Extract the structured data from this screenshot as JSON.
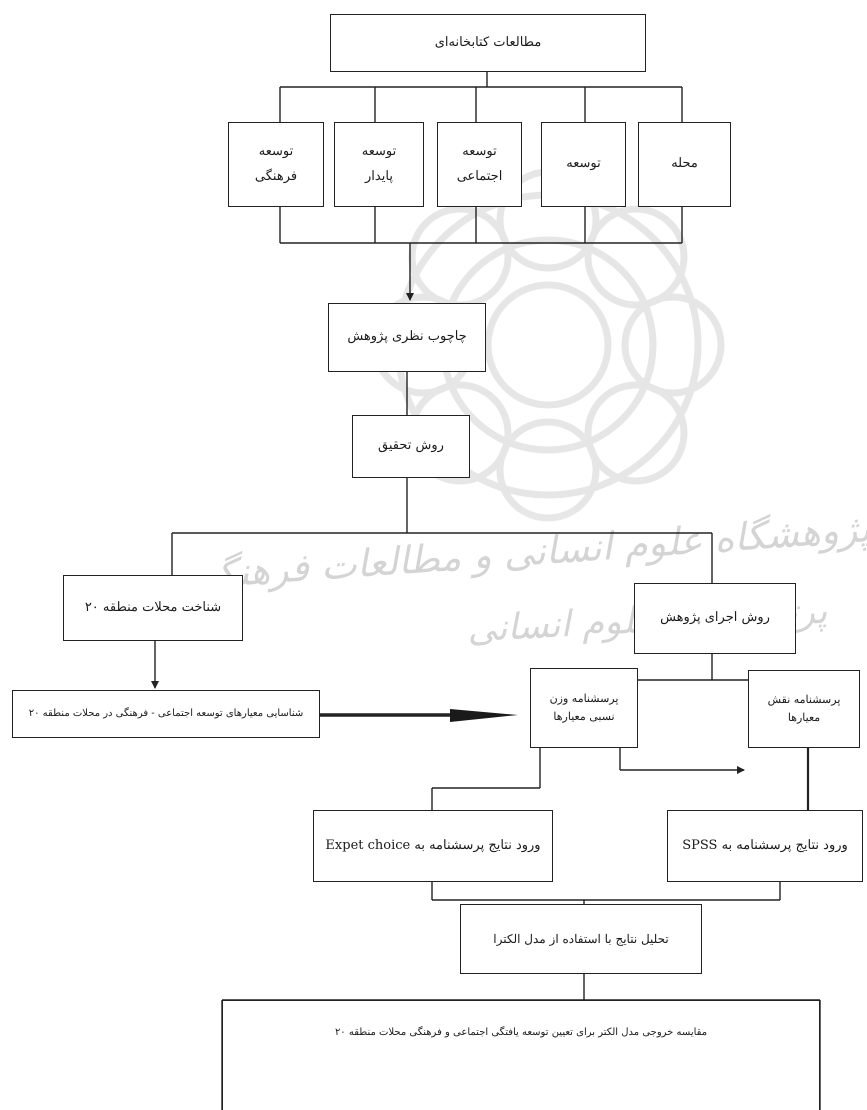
{
  "watermark": {
    "line1": "پژوهشگاه علوم انسانی و مطالعات فرهنگی",
    "line2": "پرتال جامع علوم انسانی"
  },
  "nodes": {
    "library": "مطالعات کتابخانه‌ای",
    "cultural_dev_1": "توسعه",
    "cultural_dev_2": "فرهنگی",
    "sustainable_dev_1": "توسعه",
    "sustainable_dev_2": "پایدار",
    "social_dev_1": "توسعه",
    "social_dev_2": "اجتماعی",
    "development": "توسعه",
    "neighborhood": "محله",
    "framework": "چاچوب نظری پژوهش",
    "method": "روش تحقیق",
    "identify": "شناخت محلات منطقه ۲۰",
    "implementation": "روش اجرای پژوهش",
    "criteria": "شناسایی معیارهای توسعه اجتماعی - فرهنگی در محلات منطقه ۲۰",
    "weight_q_1": "پرسشنامه وزن",
    "weight_q_2": "نسبی معیارها",
    "role_q_1": "پرسشنامه نقش",
    "role_q_2": "معیارها",
    "expert_choice": "ورود نتایج پرسشنامه به Expet choice",
    "spss": "ورود نتایج پرسشنامه به SPSS",
    "analysis": "تحلیل نتایج با استفاده از مدل الکترا",
    "comparison": "مقایسه خروجی مدل الکتر برای تعیین توسعه یافتگی اجتماعی و فرهنگی محلات منطقه ۲۰"
  }
}
